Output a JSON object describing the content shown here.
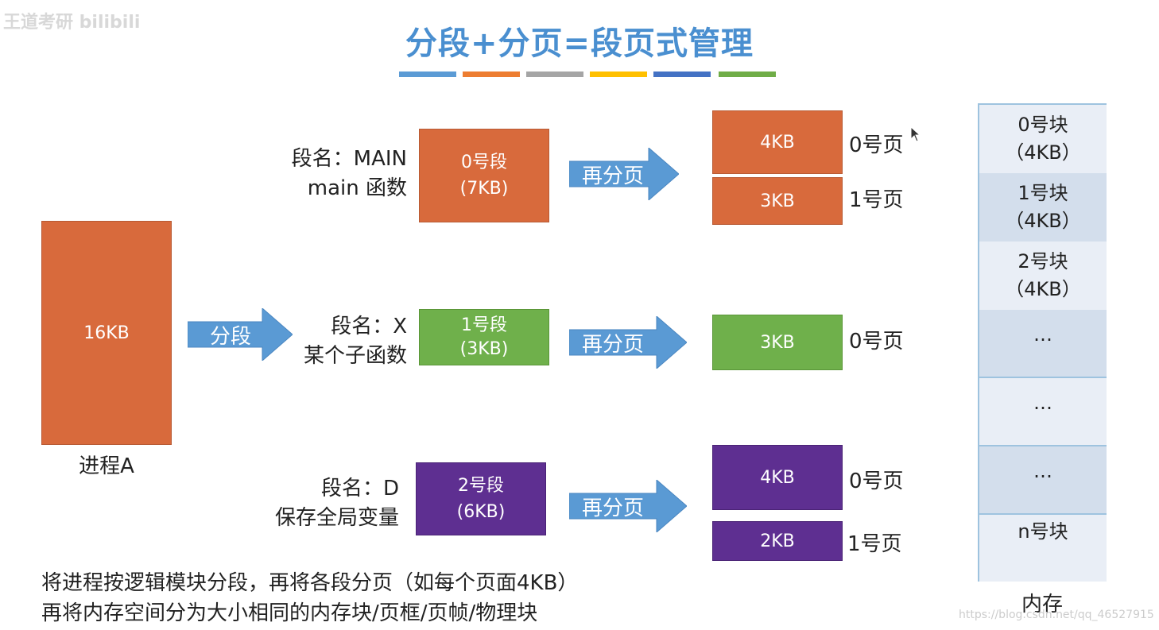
{
  "title": "分段+分页=段页式管理",
  "title_bar_colors": [
    "#5b9bd5",
    "#ed7d31",
    "#a5a5a5",
    "#ffc000",
    "#4472c4",
    "#70ad47"
  ],
  "process": {
    "size": "16KB",
    "name": "进程A"
  },
  "split_arrow": "分段",
  "repage_arrow": "再分页",
  "segments": [
    {
      "desc_line1": "段名：MAIN",
      "desc_line2": "main 函数",
      "name": "0号段",
      "size": "(7KB)",
      "pages": [
        {
          "size": "4KB",
          "label": "0号页"
        },
        {
          "size": "3KB",
          "label": "1号页"
        }
      ]
    },
    {
      "desc_line1": "段名：X",
      "desc_line2": "某个子函数",
      "name": "1号段",
      "size": "(3KB)",
      "pages": [
        {
          "size": "3KB",
          "label": "0号页"
        }
      ]
    },
    {
      "desc_line1": "段名：D",
      "desc_line2": "保存全局变量",
      "name": "2号段",
      "size": "(6KB)",
      "pages": [
        {
          "size": "4KB",
          "label": "0号页"
        },
        {
          "size": "2KB",
          "label": "1号页"
        }
      ]
    }
  ],
  "memory": {
    "blocks": [
      {
        "name": "0号块",
        "size": "（4KB）"
      },
      {
        "name": "1号块",
        "size": "（4KB）"
      },
      {
        "name": "2号块",
        "size": "（4KB）"
      },
      {
        "name": "…",
        "size": ""
      },
      {
        "name": "…",
        "size": ""
      },
      {
        "name": "…",
        "size": ""
      },
      {
        "name": "n号块",
        "size": ""
      }
    ],
    "label": "内存"
  },
  "bottom_text": [
    "将进程按逻辑模块分段，再将各段分页（如每个页面4KB）",
    "再将内存空间分为大小相同的内存块/页框/页帧/物理块"
  ],
  "watermark": "https://blog.csdn.net/qq_46527915",
  "logo": "王道考研 bilibili"
}
